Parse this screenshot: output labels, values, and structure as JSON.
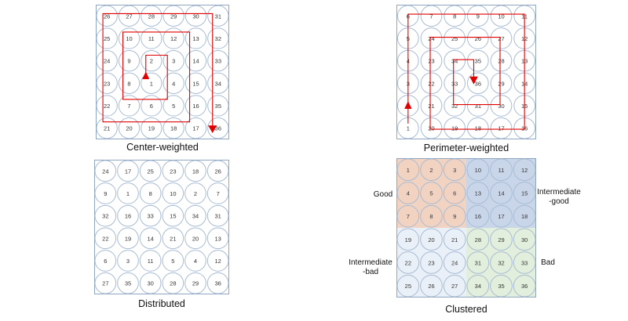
{
  "colors": {
    "frame": "#8fa6c1",
    "circle": "#a9bcd3",
    "number": "#333333",
    "path": "#e00000",
    "good": "#f2d3c2",
    "intermediate_good": "#c9d6ea",
    "intermediate_bad": "#eaf0f8",
    "bad": "#e2efdc"
  },
  "panels": {
    "center_weighted": {
      "caption": "Center-weighted",
      "grid": [
        [
          26,
          27,
          28,
          29,
          30,
          31
        ],
        [
          25,
          10,
          11,
          12,
          13,
          32
        ],
        [
          24,
          9,
          2,
          3,
          14,
          33
        ],
        [
          23,
          8,
          1,
          4,
          15,
          34
        ],
        [
          22,
          7,
          6,
          5,
          16,
          35
        ],
        [
          21,
          20,
          19,
          18,
          17,
          36
        ]
      ]
    },
    "perimeter_weighted": {
      "caption": "Perimeter-weighted",
      "grid": [
        [
          6,
          7,
          8,
          9,
          10,
          11
        ],
        [
          5,
          24,
          25,
          26,
          27,
          12
        ],
        [
          4,
          23,
          34,
          35,
          28,
          13
        ],
        [
          3,
          22,
          33,
          36,
          29,
          14
        ],
        [
          2,
          21,
          32,
          31,
          30,
          15
        ],
        [
          1,
          20,
          19,
          18,
          17,
          16
        ]
      ]
    },
    "distributed": {
      "caption": "Distributed",
      "grid": [
        [
          24,
          17,
          25,
          23,
          18,
          26
        ],
        [
          9,
          1,
          8,
          10,
          2,
          7
        ],
        [
          32,
          16,
          33,
          15,
          34,
          31
        ],
        [
          22,
          19,
          14,
          21,
          20,
          13
        ],
        [
          6,
          3,
          11,
          5,
          4,
          12
        ],
        [
          27,
          35,
          30,
          28,
          29,
          36
        ]
      ]
    },
    "clustered": {
      "caption": "Clustered",
      "grid": [
        [
          1,
          2,
          3,
          10,
          11,
          12
        ],
        [
          4,
          5,
          6,
          13,
          14,
          15
        ],
        [
          7,
          8,
          9,
          16,
          17,
          18
        ],
        [
          19,
          20,
          21,
          28,
          29,
          30
        ],
        [
          22,
          23,
          24,
          31,
          32,
          33
        ],
        [
          25,
          26,
          27,
          34,
          35,
          36
        ]
      ],
      "labels": {
        "good": "Good",
        "intermediate_good": [
          "Intermediate",
          "-good"
        ],
        "intermediate_bad": [
          "Intermediate",
          "-bad"
        ],
        "bad": "Bad"
      }
    }
  }
}
